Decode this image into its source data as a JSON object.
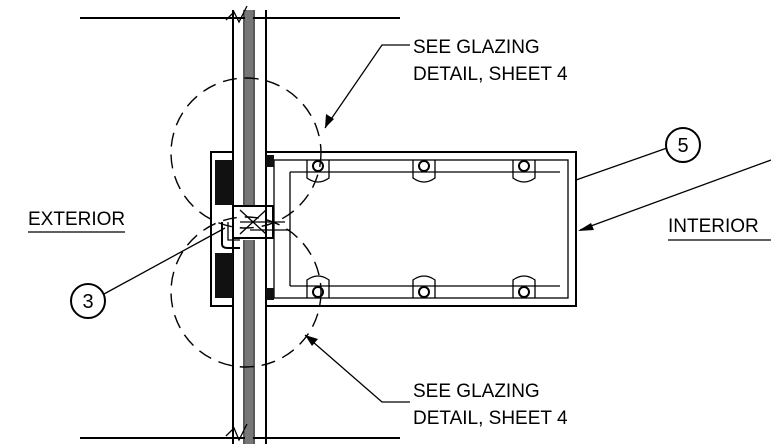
{
  "labels": {
    "exterior": "EXTERIOR",
    "interior": "INTERIOR",
    "glazing_top_line1": "SEE GLAZING",
    "glazing_top_line2": "DETAIL, SHEET 4",
    "glazing_bottom_line1": "SEE GLAZING",
    "glazing_bottom_line2": "DETAIL, SHEET 4"
  },
  "callouts": {
    "left": "3",
    "right": "5"
  },
  "colors": {
    "line": "#000000",
    "glass_fill": "#777777",
    "gasket_fill": "#111111"
  }
}
